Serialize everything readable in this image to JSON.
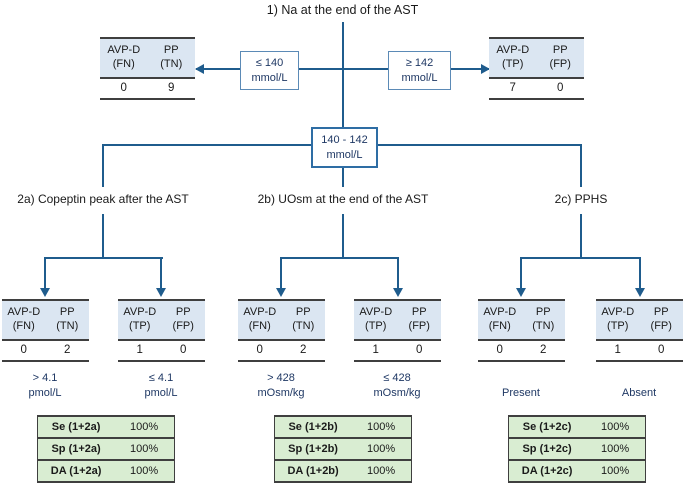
{
  "title": "1) Na at the end of the AST",
  "colors": {
    "connector_line": "#1f5c8d",
    "table_header_bg": "#dbe6f2",
    "table_border": "#3f3f3f",
    "criterion_box_border": "#5b8ab6",
    "criterion_box_mid_border": "#2e6da4",
    "criterion_text": "#1f3864",
    "threshold_text": "#1f3864",
    "summary_bg": "#d9edd2",
    "body_text": "#1a1a1a"
  },
  "top": {
    "left_table": {
      "col1": {
        "name": "AVP-D",
        "tag": "(FN)"
      },
      "col2": {
        "name": "PP",
        "tag": "(TN)"
      },
      "val1": "0",
      "val2": "9"
    },
    "right_table": {
      "col1": {
        "name": "AVP-D",
        "tag": "(TP)"
      },
      "col2": {
        "name": "PP",
        "tag": "(FP)"
      },
      "val1": "7",
      "val2": "0"
    },
    "left_box": {
      "value": "≤ 140",
      "unit": "mmol/L"
    },
    "right_box": {
      "value": "≥ 142",
      "unit": "mmol/L"
    },
    "mid_box": {
      "value": "140 - 142",
      "unit": "mmol/L"
    }
  },
  "branches": [
    {
      "label": "2a) Copeptin peak after the AST",
      "neg_table": {
        "col1": {
          "name": "AVP-D",
          "tag": "(FN)"
        },
        "col2": {
          "name": "PP",
          "tag": "(TN)"
        },
        "val1": "0",
        "val2": "2",
        "threshold_value": "> 4.1",
        "threshold_unit": "pmol/L"
      },
      "pos_table": {
        "col1": {
          "name": "AVP-D",
          "tag": "(TP)"
        },
        "col2": {
          "name": "PP",
          "tag": "(FP)"
        },
        "val1": "1",
        "val2": "0",
        "threshold_value": "≤ 4.1",
        "threshold_unit": "pmol/L"
      },
      "summary": {
        "rows": [
          {
            "label": "Se (1+2a)",
            "value": "100%"
          },
          {
            "label": "Sp (1+2a)",
            "value": "100%"
          },
          {
            "label": "DA (1+2a)",
            "value": "100%"
          }
        ]
      }
    },
    {
      "label": "2b) UOsm at the end of the AST",
      "neg_table": {
        "col1": {
          "name": "AVP-D",
          "tag": "(FN)"
        },
        "col2": {
          "name": "PP",
          "tag": "(TN)"
        },
        "val1": "0",
        "val2": "2",
        "threshold_value": "> 428",
        "threshold_unit": "mOsm/kg"
      },
      "pos_table": {
        "col1": {
          "name": "AVP-D",
          "tag": "(TP)"
        },
        "col2": {
          "name": "PP",
          "tag": "(FP)"
        },
        "val1": "1",
        "val2": "0",
        "threshold_value": "≤ 428",
        "threshold_unit": "mOsm/kg"
      },
      "summary": {
        "rows": [
          {
            "label": "Se (1+2b)",
            "value": "100%"
          },
          {
            "label": "Sp (1+2b)",
            "value": "100%"
          },
          {
            "label": "DA (1+2b)",
            "value": "100%"
          }
        ]
      }
    },
    {
      "label": "2c) PPHS",
      "neg_table": {
        "col1": {
          "name": "AVP-D",
          "tag": "(FN)"
        },
        "col2": {
          "name": "PP",
          "tag": "(TN)"
        },
        "val1": "0",
        "val2": "2",
        "threshold_value": "Present",
        "threshold_unit": ""
      },
      "pos_table": {
        "col1": {
          "name": "AVP-D",
          "tag": "(TP)"
        },
        "col2": {
          "name": "PP",
          "tag": "(FP)"
        },
        "val1": "1",
        "val2": "0",
        "threshold_value": "Absent",
        "threshold_unit": ""
      },
      "summary": {
        "rows": [
          {
            "label": "Se (1+2c)",
            "value": "100%"
          },
          {
            "label": "Sp (1+2c)",
            "value": "100%"
          },
          {
            "label": "DA (1+2c)",
            "value": "100%"
          }
        ]
      }
    }
  ]
}
